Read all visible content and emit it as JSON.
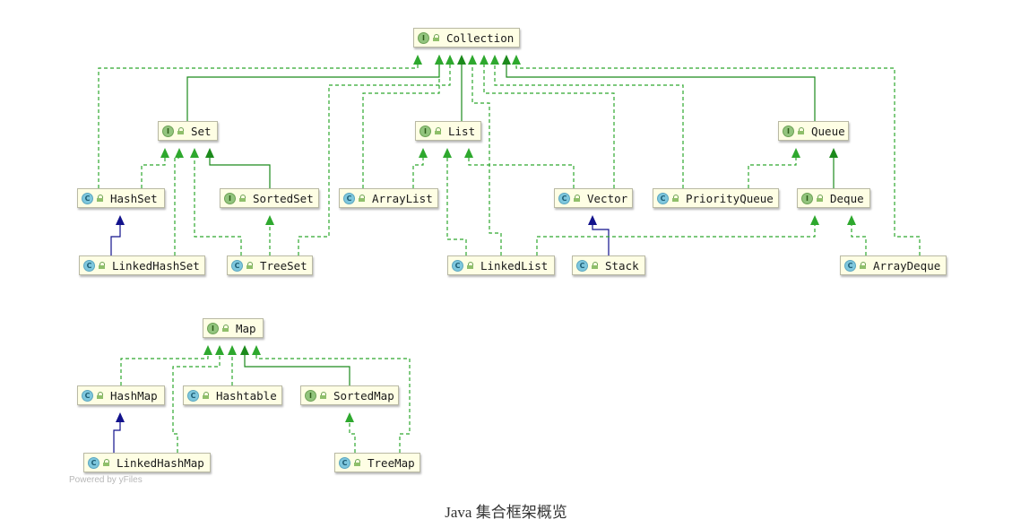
{
  "diagram": {
    "nodes": [
      {
        "id": "Collection",
        "kind": "I",
        "label": "Collection"
      },
      {
        "id": "Set",
        "kind": "I",
        "label": "Set"
      },
      {
        "id": "List",
        "kind": "I",
        "label": "List"
      },
      {
        "id": "Queue",
        "kind": "I",
        "label": "Queue"
      },
      {
        "id": "HashSet",
        "kind": "C",
        "label": "HashSet"
      },
      {
        "id": "SortedSet",
        "kind": "I",
        "label": "SortedSet"
      },
      {
        "id": "ArrayList",
        "kind": "C",
        "label": "ArrayList"
      },
      {
        "id": "Vector",
        "kind": "C",
        "label": "Vector"
      },
      {
        "id": "PriorityQueue",
        "kind": "C",
        "label": "PriorityQueue"
      },
      {
        "id": "Deque",
        "kind": "I",
        "label": "Deque"
      },
      {
        "id": "LinkedHashSet",
        "kind": "C",
        "label": "LinkedHashSet"
      },
      {
        "id": "TreeSet",
        "kind": "C",
        "label": "TreeSet"
      },
      {
        "id": "LinkedList",
        "kind": "C",
        "label": "LinkedList"
      },
      {
        "id": "Stack",
        "kind": "C",
        "label": "Stack"
      },
      {
        "id": "ArrayDeque",
        "kind": "C",
        "label": "ArrayDeque"
      },
      {
        "id": "Map",
        "kind": "I",
        "label": "Map"
      },
      {
        "id": "HashMap",
        "kind": "C",
        "label": "HashMap"
      },
      {
        "id": "Hashtable",
        "kind": "C",
        "label": "Hashtable"
      },
      {
        "id": "SortedMap",
        "kind": "I",
        "label": "SortedMap"
      },
      {
        "id": "LinkedHashMap",
        "kind": "C",
        "label": "LinkedHashMap"
      },
      {
        "id": "TreeMap",
        "kind": "C",
        "label": "TreeMap"
      }
    ],
    "relations": [
      {
        "from": "Set",
        "to": "Collection",
        "type": "extends-interface"
      },
      {
        "from": "List",
        "to": "Collection",
        "type": "extends-interface"
      },
      {
        "from": "Queue",
        "to": "Collection",
        "type": "extends-interface"
      },
      {
        "from": "HashSet",
        "to": "Collection",
        "type": "implements"
      },
      {
        "from": "TreeSet",
        "to": "Collection",
        "type": "implements"
      },
      {
        "from": "ArrayList",
        "to": "Collection",
        "type": "implements"
      },
      {
        "from": "LinkedList",
        "to": "Collection",
        "type": "implements"
      },
      {
        "from": "Vector",
        "to": "Collection",
        "type": "implements"
      },
      {
        "from": "PriorityQueue",
        "to": "Collection",
        "type": "implements"
      },
      {
        "from": "ArrayDeque",
        "to": "Collection",
        "type": "implements"
      },
      {
        "from": "HashSet",
        "to": "Set",
        "type": "implements"
      },
      {
        "from": "SortedSet",
        "to": "Set",
        "type": "extends-interface"
      },
      {
        "from": "TreeSet",
        "to": "Set",
        "type": "implements"
      },
      {
        "from": "LinkedHashSet",
        "to": "Set",
        "type": "implements"
      },
      {
        "from": "TreeSet",
        "to": "SortedSet",
        "type": "implements"
      },
      {
        "from": "LinkedHashSet",
        "to": "HashSet",
        "type": "extends-class"
      },
      {
        "from": "ArrayList",
        "to": "List",
        "type": "implements"
      },
      {
        "from": "LinkedList",
        "to": "List",
        "type": "implements"
      },
      {
        "from": "Vector",
        "to": "List",
        "type": "implements"
      },
      {
        "from": "Stack",
        "to": "Vector",
        "type": "extends-class"
      },
      {
        "from": "PriorityQueue",
        "to": "Queue",
        "type": "implements"
      },
      {
        "from": "Deque",
        "to": "Queue",
        "type": "extends-interface"
      },
      {
        "from": "LinkedList",
        "to": "Deque",
        "type": "implements"
      },
      {
        "from": "ArrayDeque",
        "to": "Deque",
        "type": "implements"
      },
      {
        "from": "HashMap",
        "to": "Map",
        "type": "implements"
      },
      {
        "from": "LinkedHashMap",
        "to": "Map",
        "type": "implements"
      },
      {
        "from": "Hashtable",
        "to": "Map",
        "type": "implements"
      },
      {
        "from": "SortedMap",
        "to": "Map",
        "type": "extends-interface"
      },
      {
        "from": "TreeMap",
        "to": "Map",
        "type": "implements"
      },
      {
        "from": "LinkedHashMap",
        "to": "HashMap",
        "type": "extends-class"
      },
      {
        "from": "TreeMap",
        "to": "SortedMap",
        "type": "implements"
      }
    ]
  },
  "colors": {
    "extends_interface": "#1c8a1c",
    "implements": "#2ea82e",
    "extends_class": "#12128c",
    "node_fill": "#fefee4"
  },
  "powered_by": "Powered by yFiles",
  "caption": "Java 集合框架概览"
}
